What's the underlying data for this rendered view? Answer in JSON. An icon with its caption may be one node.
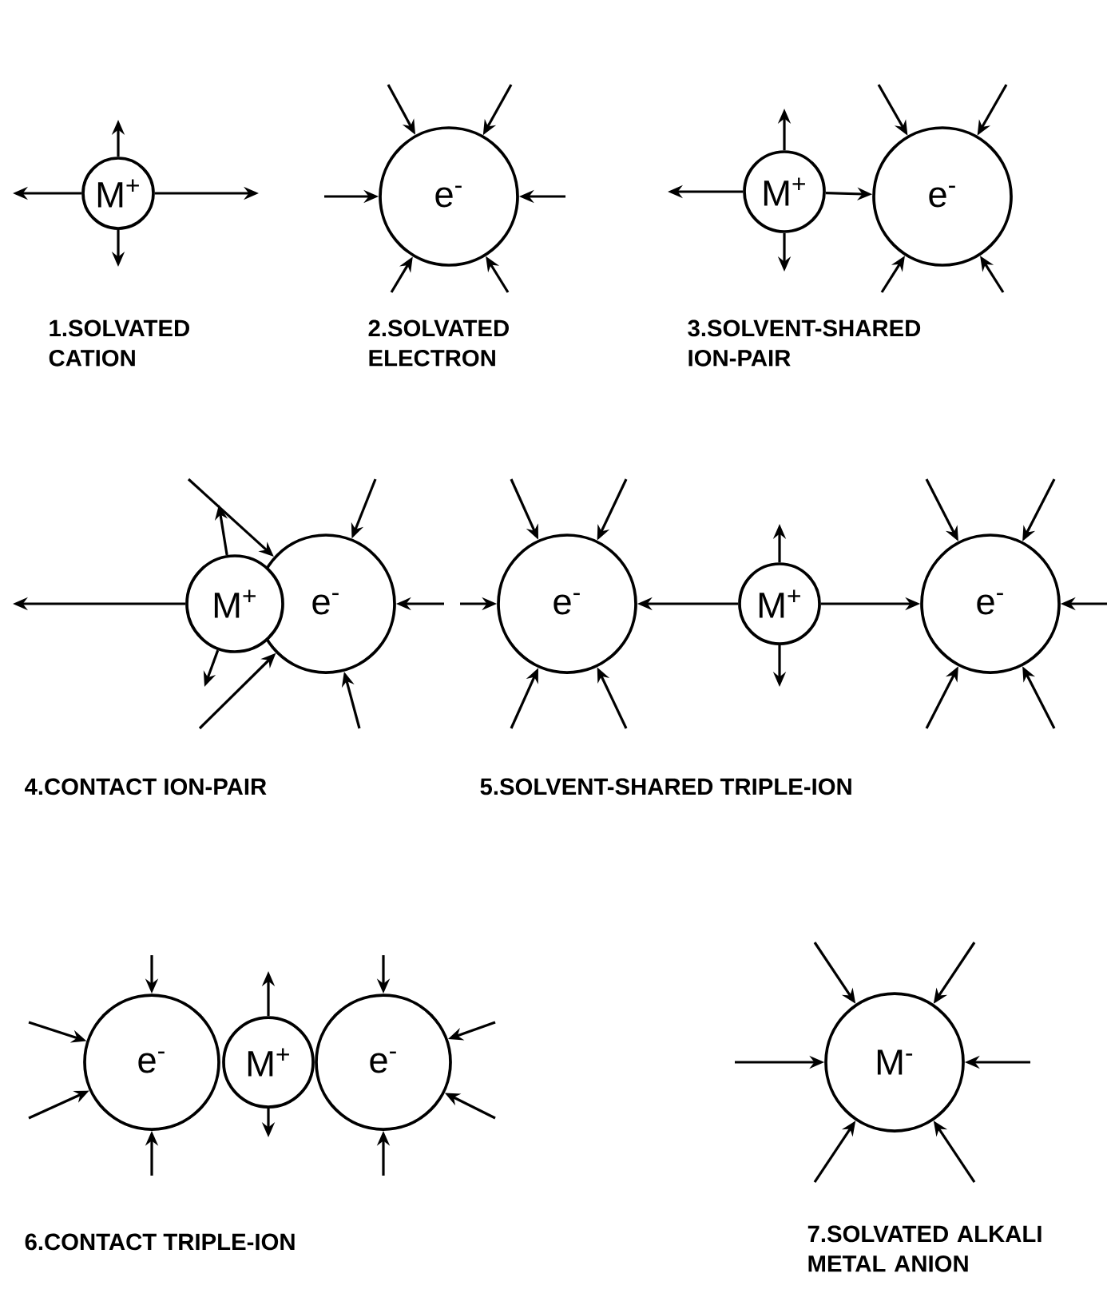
{
  "diagram": {
    "nodes": [
      {
        "text": [
          "M$^{+}$"
        ]
      },
      {
        "text": [
          "e$^{-}$"
        ]
      },
      {
        "text": [
          "M$^{+}$"
        ]
      },
      {
        "text": [
          "e$^{-}$"
        ]
      },
      {
        "text": [
          "M$^{+}$"
        ]
      },
      {
        "text": [
          "e$^{-}$"
        ]
      },
      {
        "text": [
          "e$^{-}$"
        ]
      },
      {
        "text": [
          "M$^{+}$"
        ]
      },
      {
        "text": [
          "e$^{-}$"
        ]
      },
      {
        "text": [
          "e$^{-}$"
        ]
      },
      {
        "text": [
          "M$^{+}$"
        ]
      },
      {
        "text": [
          "e$^{-}$"
        ]
      },
      {
        "text": [
          "M$^{-}$"
        ]
      }
    ],
    "edges": [
      {
        "from": 0,
        "to": null,
        "arrow": "to"
      },
      {
        "from": 0,
        "to": null,
        "arrow": "to"
      },
      {
        "from": 0,
        "to": null,
        "arrow": "to"
      },
      {
        "from": 0,
        "to": null,
        "arrow": "to"
      },
      {
        "from": null,
        "to": 1,
        "arrow": "to"
      },
      {
        "from": null,
        "to": 1,
        "arrow": "to"
      },
      {
        "from": null,
        "to": 1,
        "arrow": "to"
      },
      {
        "from": null,
        "to": 1,
        "arrow": "to"
      },
      {
        "from": null,
        "to": 1,
        "arrow": "to"
      },
      {
        "from": null,
        "to": 1,
        "arrow": "to"
      },
      {
        "from": 2,
        "to": null,
        "arrow": "to"
      },
      {
        "from": 2,
        "to": null,
        "arrow": "to"
      },
      {
        "from": 2,
        "to": null,
        "arrow": "to"
      },
      {
        "from": 2,
        "to": 3,
        "arrow": "to"
      },
      {
        "from": null,
        "to": 3,
        "arrow": "to"
      },
      {
        "from": null,
        "to": 3,
        "arrow": "to"
      },
      {
        "from": null,
        "to": 3,
        "arrow": "to"
      },
      {
        "from": null,
        "to": 3,
        "arrow": "to"
      },
      {
        "from": 4,
        "to": null,
        "arrow": "to"
      },
      {
        "from": 4,
        "to": null,
        "arrow": "to"
      },
      {
        "from": 4,
        "to": null,
        "arrow": "to"
      },
      {
        "from": null,
        "to": 5,
        "arrow": "to"
      },
      {
        "from": null,
        "to": 5,
        "arrow": "to"
      },
      {
        "from": null,
        "to": 5,
        "arrow": "to"
      },
      {
        "from": null,
        "to": 5,
        "arrow": "to"
      },
      {
        "from": null,
        "to": 5,
        "arrow": "to"
      },
      {
        "from": null,
        "to": 6,
        "arrow": "to"
      },
      {
        "from": null,
        "to": 6,
        "arrow": "to"
      },
      {
        "from": null,
        "to": 6,
        "arrow": "to"
      },
      {
        "from": null,
        "to": 6,
        "arrow": "to"
      },
      {
        "from": null,
        "to": 6,
        "arrow": "to"
      },
      {
        "from": 7,
        "to": null,
        "arrow": "to"
      },
      {
        "from": 7,
        "to": null,
        "arrow": "to"
      },
      {
        "from": 7,
        "to": 6,
        "arrow": "to"
      },
      {
        "from": 7,
        "to": 8,
        "arrow": "to"
      },
      {
        "from": null,
        "to": 8,
        "arrow": "to"
      },
      {
        "from": null,
        "to": 8,
        "arrow": "to"
      },
      {
        "from": null,
        "to": 8,
        "arrow": "to"
      },
      {
        "from": null,
        "to": 8,
        "arrow": "to"
      },
      {
        "from": null,
        "to": 8,
        "arrow": "to"
      },
      {
        "from": null,
        "to": 9,
        "arrow": "to"
      },
      {
        "from": null,
        "to": 9,
        "arrow": "to"
      },
      {
        "from": null,
        "to": 9,
        "arrow": "to"
      },
      {
        "from": null,
        "to": 9,
        "arrow": "to"
      },
      {
        "from": 10,
        "to": null,
        "arrow": "to"
      },
      {
        "from": 10,
        "to": null,
        "arrow": "to"
      },
      {
        "from": null,
        "to": 11,
        "arrow": "to"
      },
      {
        "from": null,
        "to": 11,
        "arrow": "to"
      },
      {
        "from": null,
        "to": 11,
        "arrow": "to"
      },
      {
        "from": null,
        "to": 11,
        "arrow": "to"
      },
      {
        "from": null,
        "to": 12,
        "arrow": "to"
      },
      {
        "from": null,
        "to": 12,
        "arrow": "to"
      },
      {
        "from": null,
        "to": 12,
        "arrow": "to"
      },
      {
        "from": null,
        "to": 12,
        "arrow": "to"
      },
      {
        "from": null,
        "to": 12,
        "arrow": "to"
      },
      {
        "from": null,
        "to": 12,
        "arrow": "to"
      }
    ],
    "labels": [
      "1.SOLVATED CATION",
      "2.SOLVATED ELECTRON",
      "3.SOLVENT-SHARED ION-PAIR",
      "4.CONTACT ION-PAIR",
      "5.SOLVENT-SHARED TRIPLE-ION",
      "6.CONTACT TRIPLE-ION",
      "7.SOLVATED ALKALI METAL ANION"
    ]
  }
}
